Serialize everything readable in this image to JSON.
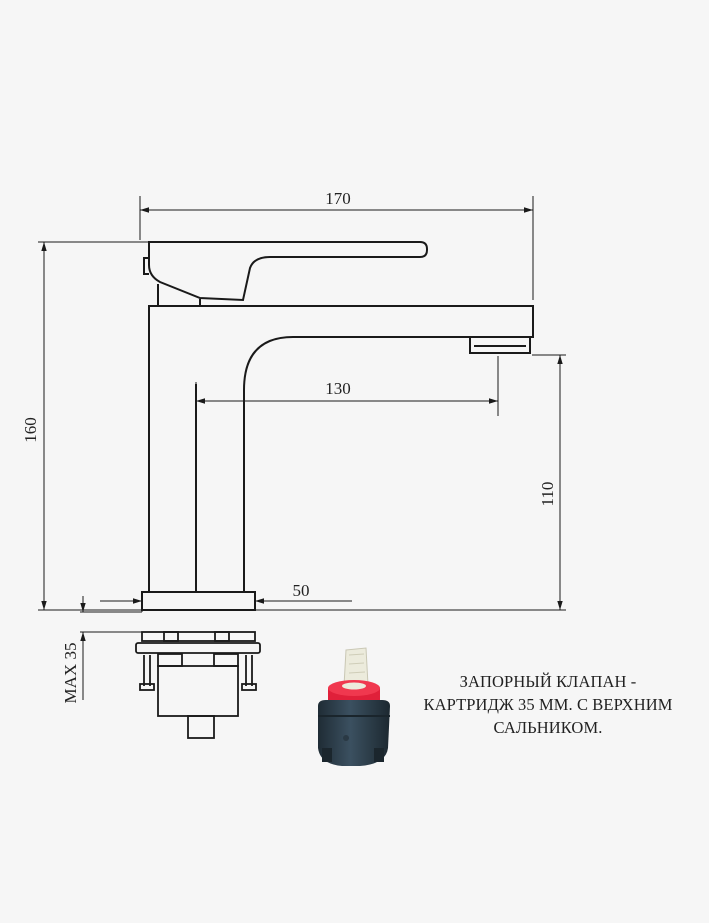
{
  "dimensions": {
    "width_total": "170",
    "height_total": "160",
    "spout_reach": "130",
    "spout_height": "110",
    "base_diameter": "50",
    "mount_thickness": "MAX 35"
  },
  "note": {
    "lines": [
      "ЗАПОРНЫЙ КЛАПАН -",
      "КАРТРИДЖ 35 ММ. С ВЕРХНИМ",
      "САЛЬНИКОМ."
    ]
  },
  "colors": {
    "line": "#1a1a1a",
    "background": "#f6f6f6",
    "cartridge_red": "#e0203a",
    "cartridge_body": "#2e3f4a",
    "cartridge_stem": "#f0f0e6"
  }
}
